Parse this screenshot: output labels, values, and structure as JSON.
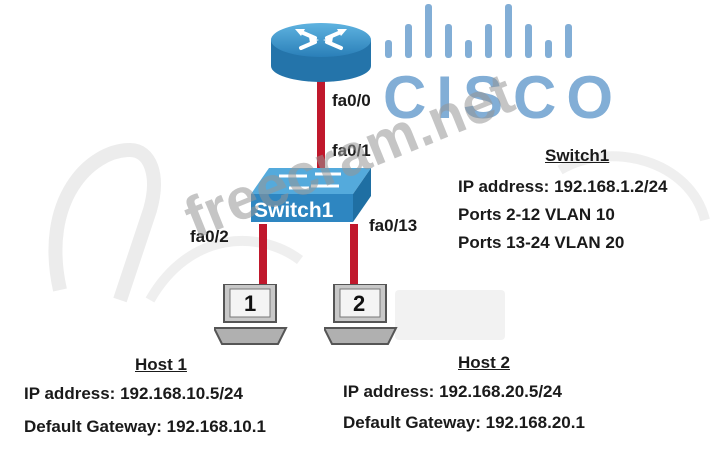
{
  "brand": {
    "wordmark": "CISCO",
    "color": "#82aed6"
  },
  "watermark": {
    "text": "freecram.net",
    "color": "#a8a8a8"
  },
  "router": {
    "icon": "router-icon",
    "port_up": "fa0/0"
  },
  "switch": {
    "label": "Switch1",
    "port_uplink": "fa0/1",
    "port_host1": "fa0/2",
    "port_host2": "fa0/13",
    "heading": "Switch1",
    "lines": [
      "IP address: 192.168.1.2/24",
      "Ports 2-12 VLAN 10",
      "Ports 13-24 VLAN 20"
    ]
  },
  "host1": {
    "number": "1",
    "heading": "Host 1",
    "ip": "IP address: 192.168.10.5/24",
    "gateway": "Default Gateway: 192.168.10.1"
  },
  "host2": {
    "number": "2",
    "heading": "Host 2",
    "ip": "IP address: 192.168.20.5/24",
    "gateway": "Default Gateway: 192.168.20.1"
  },
  "colors": {
    "link": "#c0182c",
    "device_blue": "#3a8fc6",
    "text": "#1a1a1a"
  }
}
